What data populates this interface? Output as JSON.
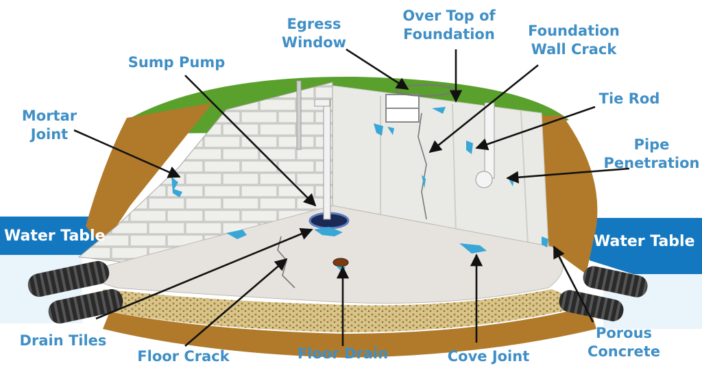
{
  "labels": {
    "egress_window_1": "Egress",
    "egress_window_2": "Window",
    "over_top_1": "Over Top of",
    "over_top_2": "Foundation",
    "foundation_crack_1": "Foundation",
    "foundation_crack_2": "Wall Crack",
    "sump_pump": "Sump Pump",
    "tie_rod": "Tie Rod",
    "mortar_joint_1": "Mortar",
    "mortar_joint_2": "Joint",
    "pipe_penetration_1": "Pipe",
    "pipe_penetration_2": "Penetration",
    "water_table_left": "Water Table",
    "water_table_right": "Water Table",
    "drain_tiles": "Drain Tiles",
    "floor_crack": "Floor Crack",
    "floor_drain": "Floor Drain",
    "cove_joint": "Cove Joint",
    "porous_concrete_1": "Porous",
    "porous_concrete_2": "Concrete"
  },
  "colors": {
    "label": "#3f8fc6",
    "water": "#1478c0",
    "grass": "#5aa02c",
    "soil": "#b07a2a",
    "concrete": "#e6e3de",
    "leak": "#39a7d6",
    "arrow": "#111111"
  }
}
